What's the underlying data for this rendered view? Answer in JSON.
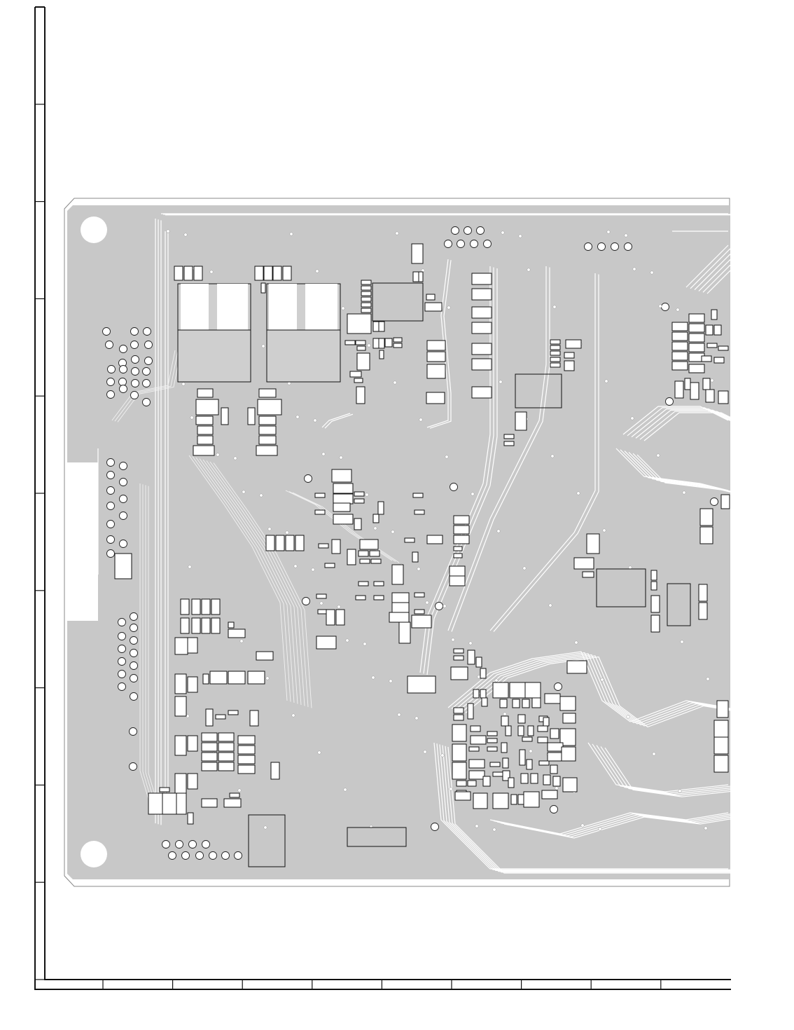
{
  "page": {
    "kind": "printed-wiring-board-layout",
    "description_visible_text": []
  },
  "colors": {
    "board": "#c8c8c8",
    "board_edge": "#ffffff",
    "trace": "#ffffff",
    "outline": "#111111",
    "background": "#ffffff"
  },
  "frame": {
    "row_divisions": 10,
    "column_divisions": 9
  },
  "board": {
    "mounting_holes": 2,
    "regions": [
      "connector-left",
      "transformer-pair",
      "center-controller",
      "lower-left-connector",
      "lower-right-bga",
      "right-fanout"
    ]
  }
}
